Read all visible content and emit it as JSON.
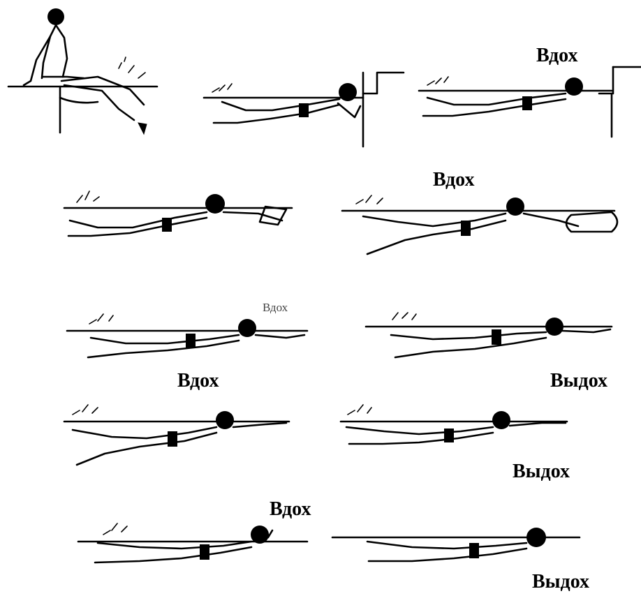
{
  "labels": {
    "inhale_top_right": "Вдох",
    "inhale_row2": "Вдох",
    "inhale_row3_small": "Вдох",
    "inhale_row3": "Вдох",
    "exhale_row3": "Выдох",
    "exhale_row4": "Выдох",
    "inhale_row5": "Вдох",
    "exhale_row5": "Выдох"
  }
}
